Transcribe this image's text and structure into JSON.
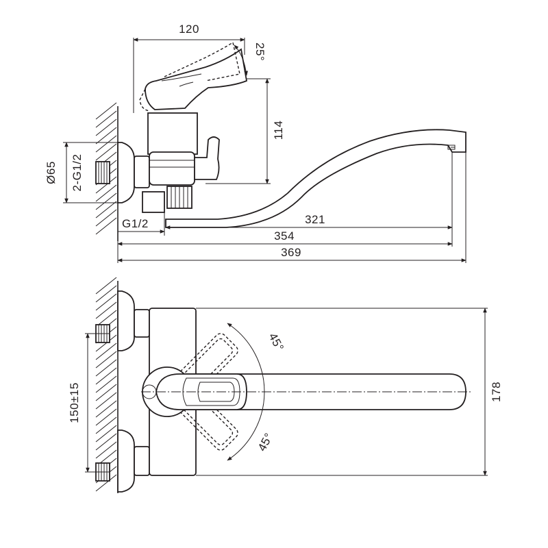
{
  "side_view": {
    "dim_width": "120",
    "dim_handle_angle": "25°",
    "dim_height": "114",
    "dim_flange_diameter": "Ø65",
    "dim_inlet_thread": "2-G1/2",
    "dim_outlet_thread": "G1/2",
    "dim_spout_reach": "321",
    "dim_spout_length": "354",
    "dim_overall_length": "369"
  },
  "top_view": {
    "dim_handle_angle_upper": "45°",
    "dim_handle_angle_lower": "45°",
    "dim_inlet_spacing": "150±15",
    "dim_total_depth": "178"
  },
  "colors": {
    "line": "#231f20",
    "background": "#ffffff"
  }
}
